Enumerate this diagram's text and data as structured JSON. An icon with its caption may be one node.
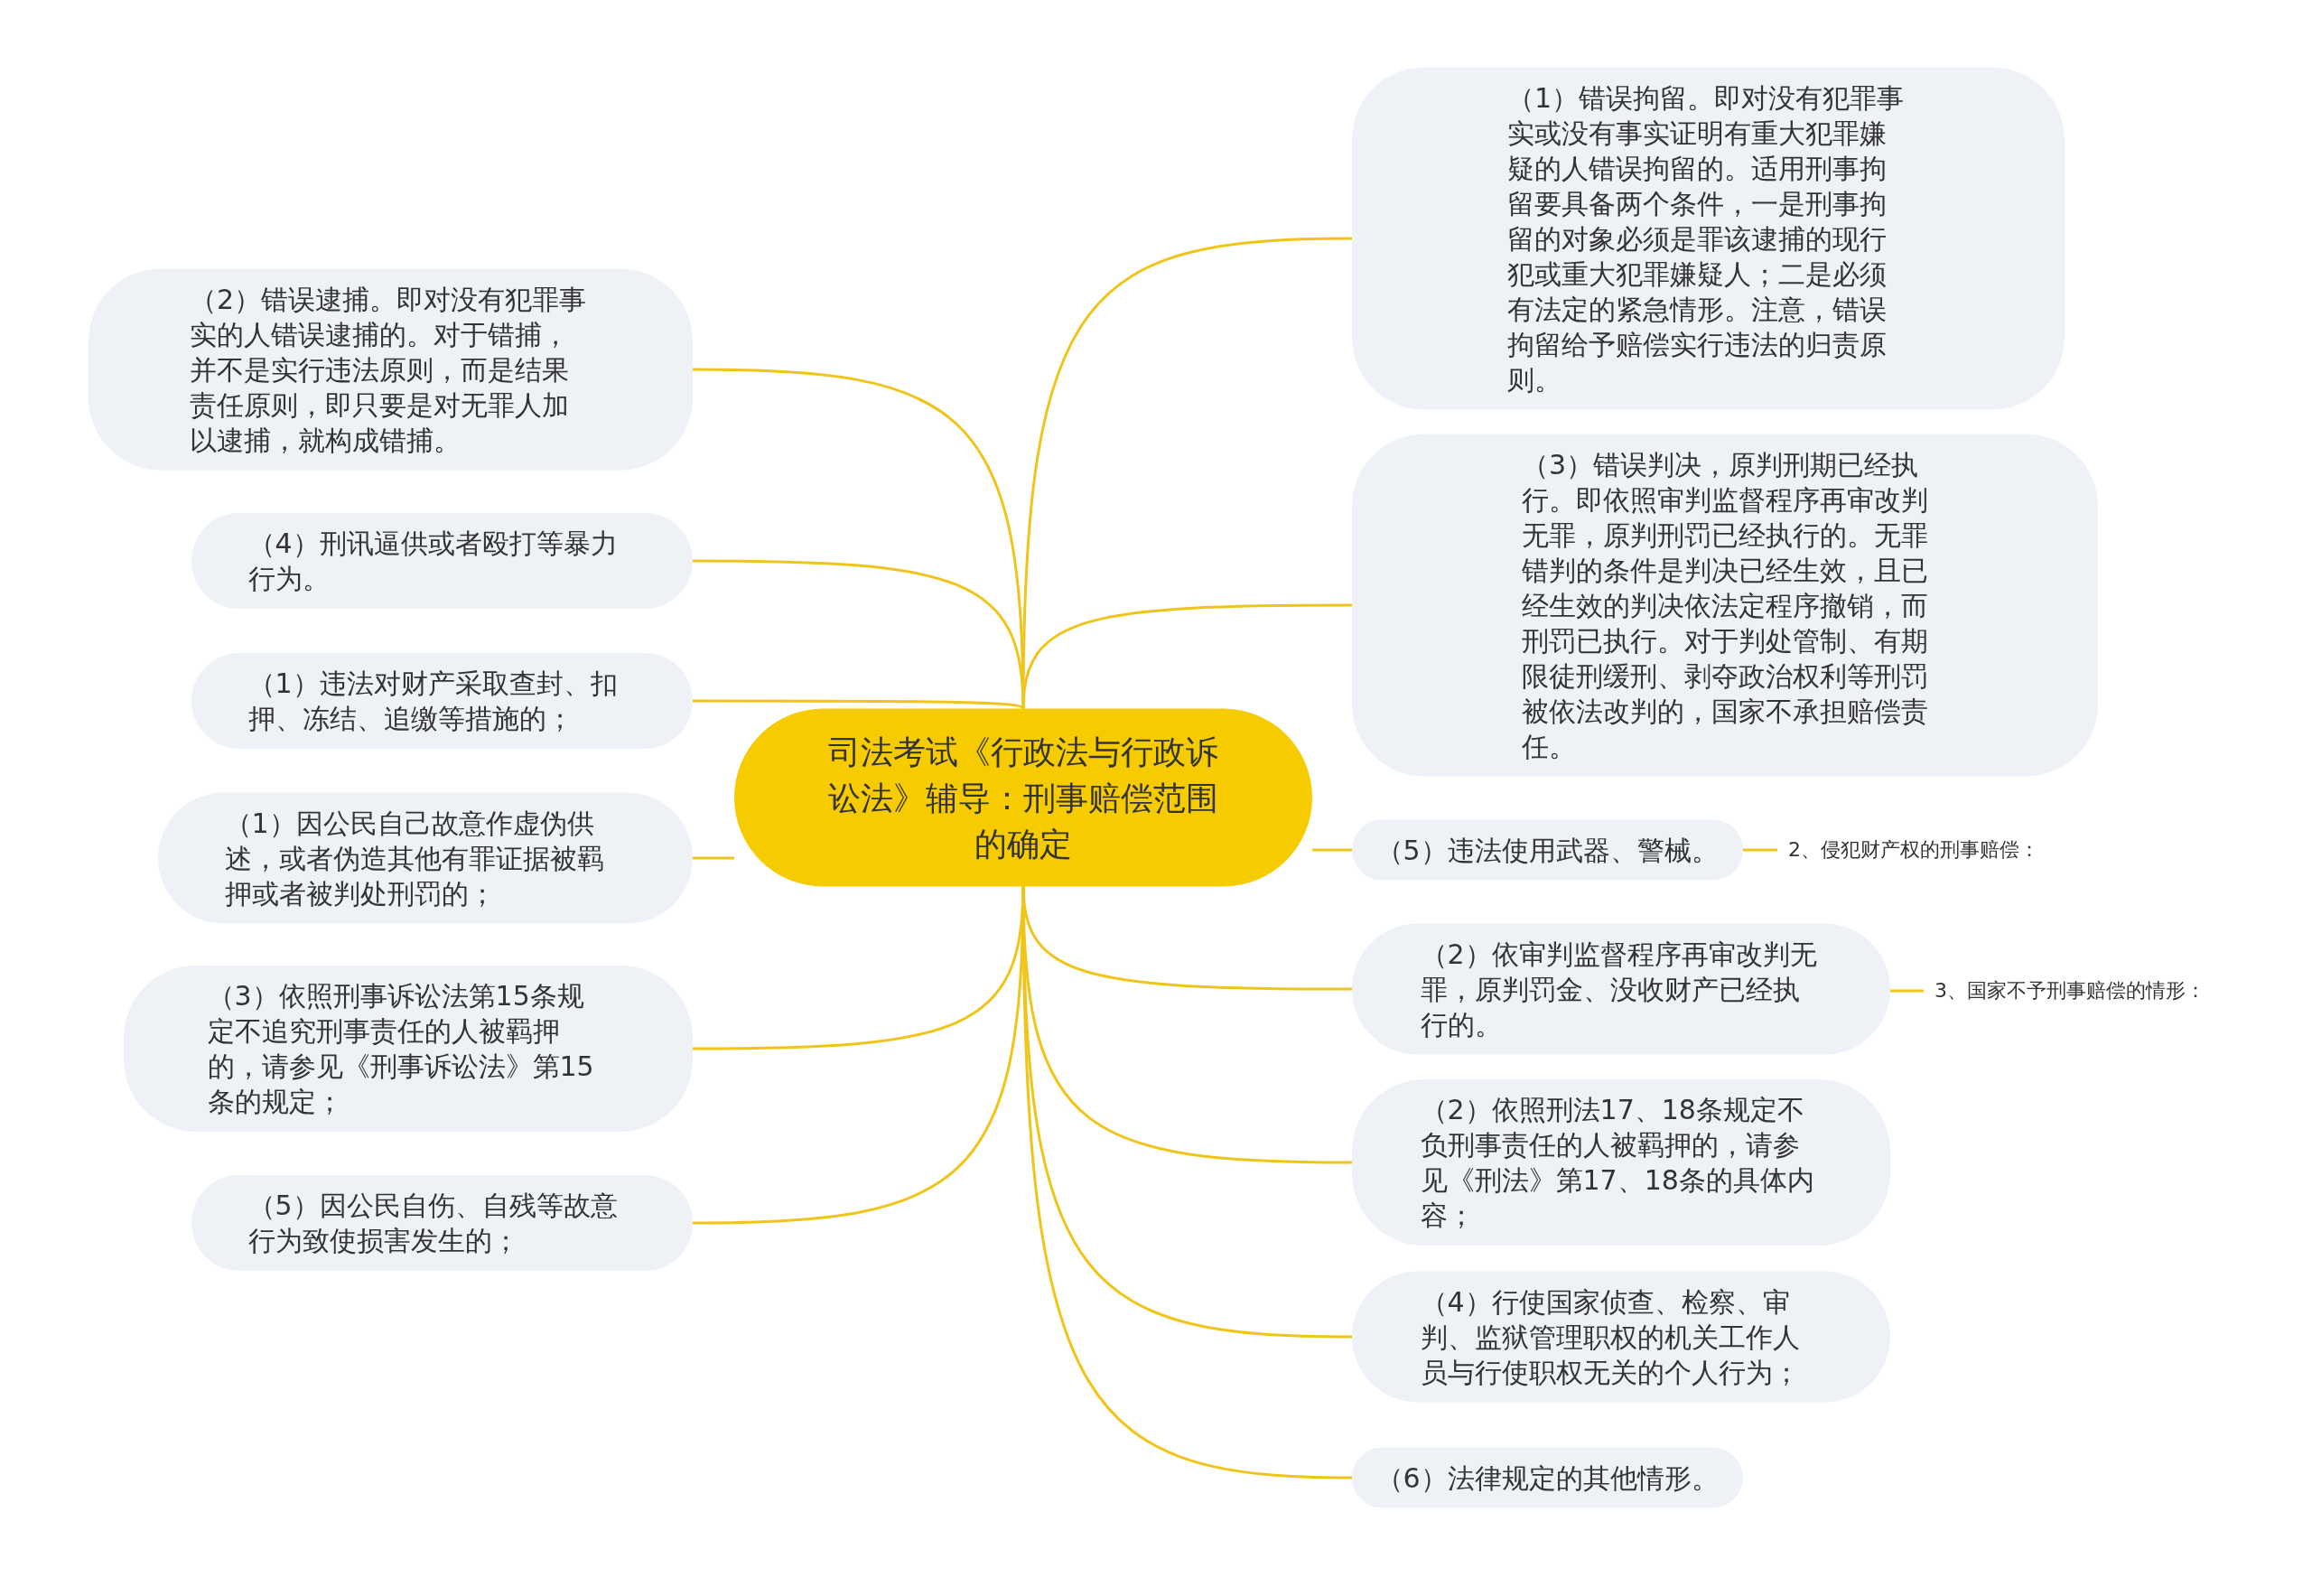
{
  "diagram": {
    "nodes": [
      {
        "text": [
          "司法考试《行政法与行政诉讼法》辅导：刑事赔偿范围的确定"
        ]
      },
      {
        "text": [
          "（2）错误逮捕。即对没有犯罪事实的人错误逮捕的。对于错捕，并不是实行违法原则，而是结果责任原则，即只要是对无罪人加以逮捕，就构成错捕。"
        ]
      },
      {
        "text": [
          "（4）刑讯逼供或者殴打等暴力行为。"
        ]
      },
      {
        "text": [
          "（1）违法对财产采取查封、扣押、冻结、追缴等措施的；"
        ]
      },
      {
        "text": [
          "（1）因公民自己故意作虚伪供述，或者伪造其他有罪证据被羁押或者被判处刑罚的；"
        ]
      },
      {
        "text": [
          "（3）依照刑事诉讼法第15条规定不追究刑事责任的人被羁押的，请参见《刑事诉讼法》第15条的规定；"
        ]
      },
      {
        "text": [
          "（5）因公民自伤、自残等故意行为致使损害发生的；"
        ]
      },
      {
        "text": [
          "（1）错误拘留。即对没有犯罪事实或没有事实证明有重大犯罪嫌疑的人错误拘留的。适用刑事拘留要具备两个条件，一是刑事拘留的对象必须是罪该逮捕的现行犯或重大犯罪嫌疑人；二是必须有法定的紧急情形。注意，错误拘留给予赔偿实行违法的归责原则。"
        ]
      },
      {
        "text": [
          "（3）错误判决，原判刑期已经执行。即依照审判监督程序再审改判无罪，原判刑罚已经执行的。无罪错判的条件是判决已经生效，且已经生效的判决依法定程序撤销，而刑罚已执行。对于判处管制、有期限徒刑缓刑、剥夺政治权利等刑罚被依法改判的，国家不承担赔偿责任。"
        ]
      },
      {
        "text": [
          "（5）违法使用武器、警械。"
        ]
      },
      {
        "text": [
          "（2）依审判监督程序再审改判无罪，原判罚金、没收财产已经执行的。"
        ]
      },
      {
        "text": [
          "（2）依照刑法17、18条规定不负刑事责任的人被羁押的，请参见《刑法》第17、18条的具体内容；"
        ]
      },
      {
        "text": [
          "（4）行使国家侦查、检察、审判、监狱管理职权的机关工作人员与行使职权无关的个人行为；"
        ]
      },
      {
        "text": [
          "（6）法律规定的其他情形。"
        ]
      },
      {
        "text": [
          "2、侵犯财产权的刑事赔偿："
        ]
      },
      {
        "text": [
          "3、国家不予刑事赔偿的情形："
        ]
      }
    ],
    "edges": [
      {
        "from": 0,
        "to": 1,
        "arrow": "none"
      },
      {
        "from": 0,
        "to": 2,
        "arrow": "none"
      },
      {
        "from": 0,
        "to": 3,
        "arrow": "none"
      },
      {
        "from": 0,
        "to": 4,
        "arrow": "none"
      },
      {
        "from": 0,
        "to": 5,
        "arrow": "none"
      },
      {
        "from": 0,
        "to": 6,
        "arrow": "none"
      },
      {
        "from": 0,
        "to": 7,
        "arrow": "none"
      },
      {
        "from": 0,
        "to": 8,
        "arrow": "none"
      },
      {
        "from": 0,
        "to": 9,
        "arrow": "none"
      },
      {
        "from": 0,
        "to": 10,
        "arrow": "none"
      },
      {
        "from": 0,
        "to": 11,
        "arrow": "none"
      },
      {
        "from": 0,
        "to": 12,
        "arrow": "none"
      },
      {
        "from": 0,
        "to": 13,
        "arrow": "none"
      },
      {
        "from": 9,
        "to": 14,
        "arrow": "none"
      },
      {
        "from": 10,
        "to": 15,
        "arrow": "none"
      }
    ]
  }
}
